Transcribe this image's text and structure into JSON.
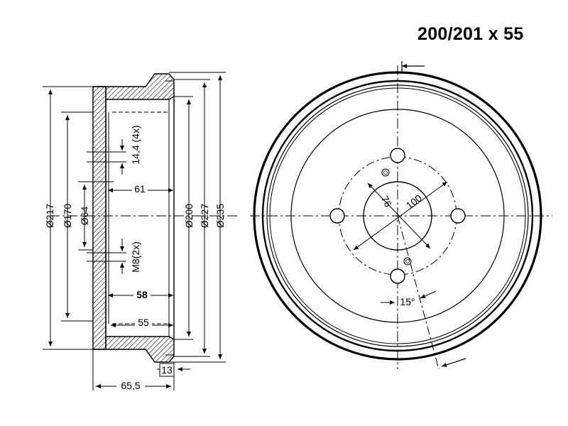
{
  "title": "200/201 x 55",
  "labels": {
    "d217": "Ø217",
    "d170": "Ø170",
    "d64": "Ø64",
    "d200": "Ø200",
    "d227": "Ø227",
    "d235": "Ø235",
    "hole_14_4": "14,4 (4x)",
    "thread_m8": "M8(2x)",
    "dim_61": "61",
    "dim_58": "58",
    "dim_55": "55",
    "dim_13": "13",
    "dim_65_5": "65,5",
    "pcd_76": "76",
    "pcd_100": "100",
    "angle_15": "15°"
  }
}
